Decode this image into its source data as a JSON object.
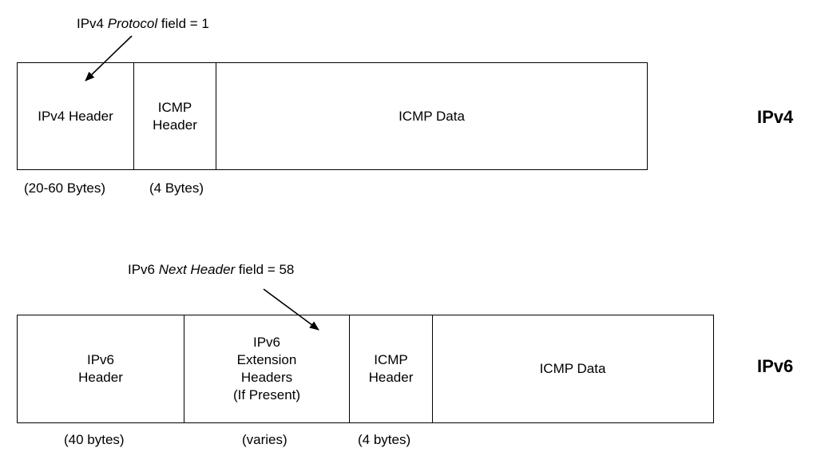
{
  "ipv4": {
    "annotation": {
      "prefix": "IPv4 ",
      "emph": "Protocol",
      "suffix": " field = 1"
    },
    "boxes": {
      "header": "IPv4 Header",
      "icmp_header": "ICMP\nHeader",
      "icmp_data": "ICMP Data"
    },
    "sizes": {
      "header": "(20-60 Bytes)",
      "icmp_header": "(4 Bytes)"
    },
    "side_label": "IPv4"
  },
  "ipv6": {
    "annotation": {
      "prefix": "IPv6 ",
      "emph": "Next Header",
      "suffix": " field = 58"
    },
    "boxes": {
      "header": "IPv6\nHeader",
      "ext_headers": "IPv6\nExtension\nHeaders\n(If Present)",
      "icmp_header": "ICMP\nHeader",
      "icmp_data": "ICMP Data"
    },
    "sizes": {
      "header": "(40 bytes)",
      "ext_headers": "(varies)",
      "icmp_header": "(4 bytes)"
    },
    "side_label": "IPv6"
  }
}
